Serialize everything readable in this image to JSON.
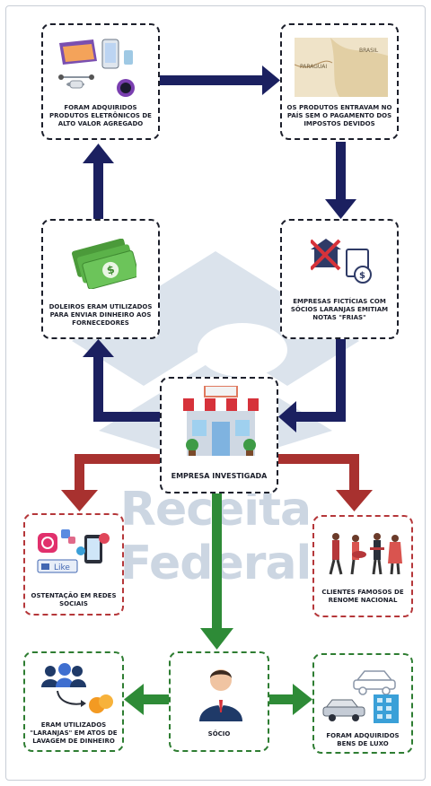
{
  "watermark": {
    "text": "Receita Federal"
  },
  "boxes": {
    "produtos": {
      "label": "Foram adquiridos produtos eletrônicos de alto valor agregado"
    },
    "impostos": {
      "label": "Os produtos entravam no país sem o pagamento dos impostos devidos",
      "map_labels": [
        "PARAGUAI",
        "BRASIL"
      ]
    },
    "doleiros": {
      "label": "Doleiros eram utilizados para enviar dinheiro aos fornecedores"
    },
    "ficticias": {
      "label": "Empresas fictícias com sócios laranjas emitiam notas \"frias\""
    },
    "empresa": {
      "label": "Empresa investigada"
    },
    "ostentacao": {
      "label": "Ostentação em redes sociais",
      "like_text": "Like"
    },
    "clientes": {
      "label": "Clientes famosos de renome nacional"
    },
    "socio": {
      "label": "Sócio"
    },
    "laranjas": {
      "label": "Eram utilizados \"laranjas\" em atos de lavagem de dinheiro"
    },
    "bens": {
      "label": "Foram adquiridos bens de luxo"
    }
  },
  "colors": {
    "navy": "#1b2060",
    "red": "#a8312f",
    "green": "#2e8b37",
    "dark_border": "#1c1f2b"
  }
}
